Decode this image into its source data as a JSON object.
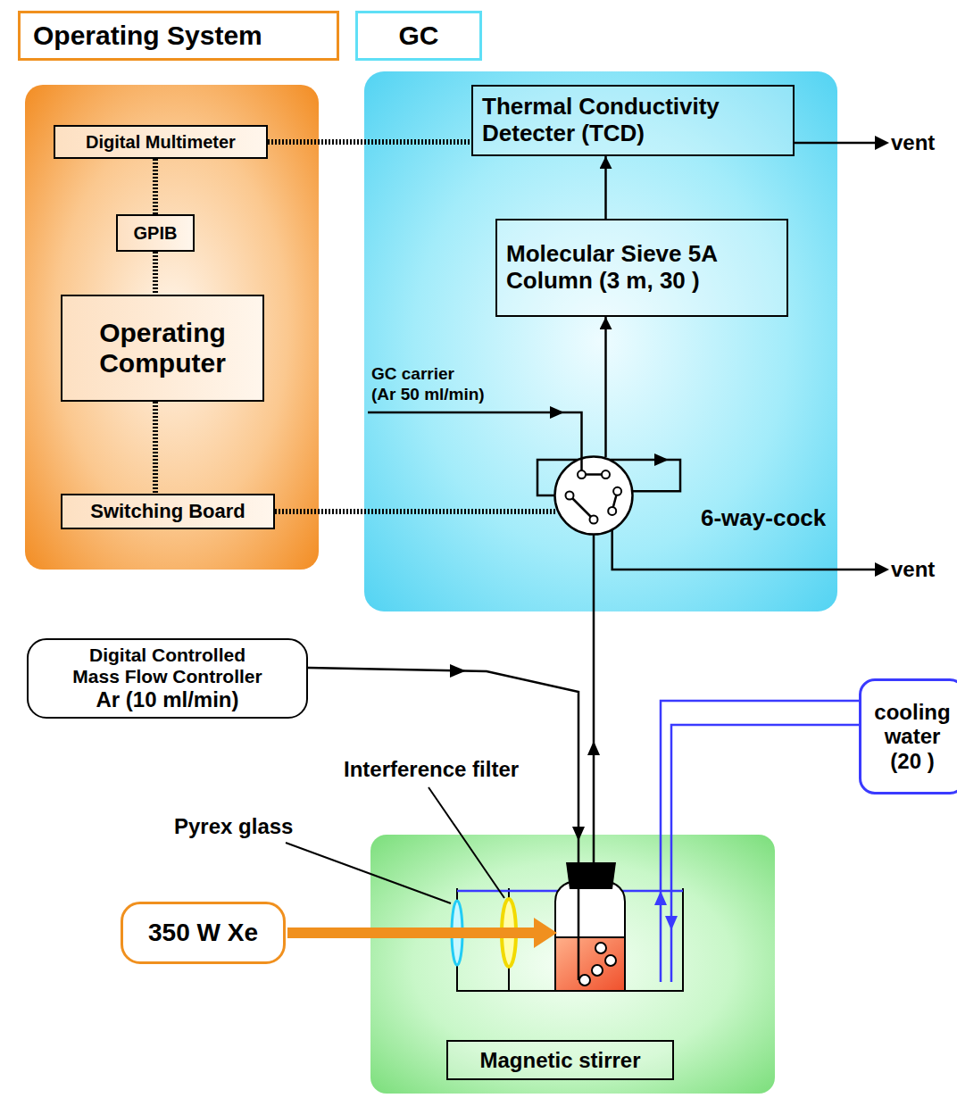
{
  "diagram": {
    "nodes": [
      {
        "text": [
          "Operating System"
        ]
      },
      {
        "text": [
          "Digital Multimeter"
        ],
        "in": 0
      },
      {
        "text": [
          "GPIB"
        ],
        "in": 0
      },
      {
        "text": [
          "Operating Computer"
        ],
        "in": 0
      },
      {
        "text": [
          "Switching Board"
        ],
        "in": 0
      },
      {
        "text": [
          "GC"
        ]
      },
      {
        "text": [
          "Thermal Conductivity Detecter (TCD)"
        ],
        "in": 5
      },
      {
        "text": [
          "Molecular Sieve 5A Column (3 m, 30 )"
        ],
        "in": 5
      },
      {
        "text": [
          "6-way-cock"
        ],
        "in": 5
      },
      {
        "text": [
          "Digital Controlled Mass Flow Controller",
          "Ar (10 ml/min)"
        ]
      },
      {
        "text": [
          "cooling water (20 )"
        ]
      },
      {
        "text": [
          "350 W Xe"
        ]
      },
      {
        "text": [
          "Magnetic stirrer"
        ]
      }
    ],
    "edges": [
      {
        "from": 1,
        "to": 6,
        "arrow": "none"
      },
      {
        "from": 1,
        "to": 2,
        "arrow": "none"
      },
      {
        "from": 2,
        "to": 3,
        "arrow": "none"
      },
      {
        "from": 3,
        "to": 4,
        "arrow": "none"
      },
      {
        "from": 4,
        "to": 8,
        "arrow": "none"
      },
      {
        "from": 8,
        "to": 7,
        "arrow": "to"
      },
      {
        "from": 7,
        "to": 6,
        "arrow": "to"
      }
    ],
    "labels": [
      "vent",
      "GC carrier",
      "(Ar 50 ml/min)",
      "vent",
      "Interference filter",
      "Pyrex glass"
    ]
  }
}
